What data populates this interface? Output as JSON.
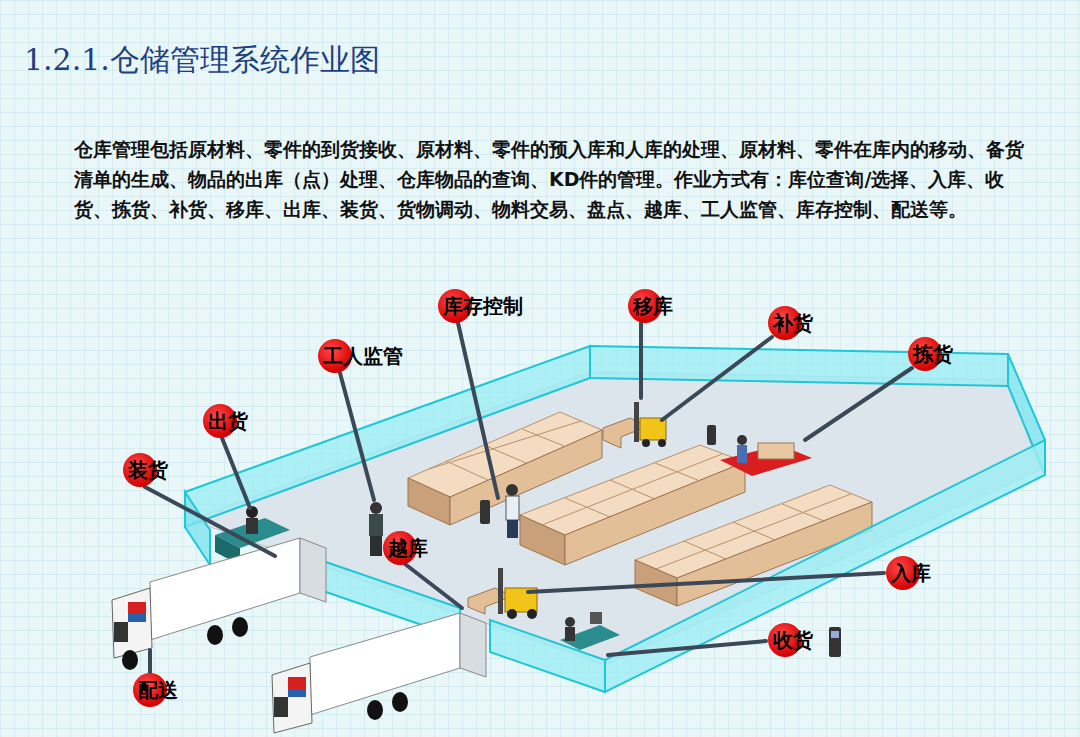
{
  "diagram": {
    "title": "1.2.1.仓储管理系统作业图",
    "nodes": [
      {
        "text": [
          "库存控制"
        ]
      },
      {
        "text": [
          "移库"
        ]
      },
      {
        "text": [
          "补货"
        ]
      },
      {
        "text": [
          "工人监管"
        ]
      },
      {
        "text": [
          "拣货"
        ]
      },
      {
        "text": [
          "出货"
        ]
      },
      {
        "text": [
          "装货"
        ]
      },
      {
        "text": [
          "越库"
        ]
      },
      {
        "text": [
          "入库"
        ]
      },
      {
        "text": [
          "收货"
        ]
      },
      {
        "text": [
          "配送"
        ]
      }
    ],
    "labels": [
      "仓库管理包括原材料、零件的到货接收、原材料、零件的预入库和人库的处理、原材料、零件在库内的移动、备货清单的生成、物品的出库（点）处理、仓库物品的查询、KD件的管理。作业方式有：库位查询/选择、入库、收货、拣货、补货、移库、出库、装货、货物调动、物料交易、盘点、越库、工人监管、库存控制、配送等。"
    ]
  }
}
